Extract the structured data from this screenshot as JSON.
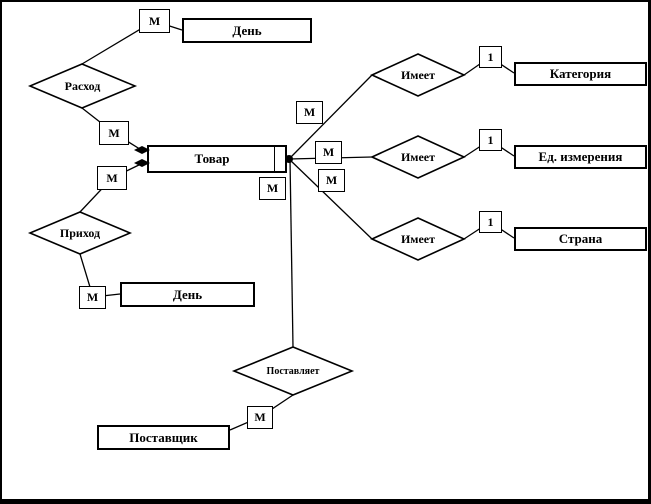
{
  "diagram": {
    "kind": "entity-relationship-diagram",
    "entities": {
      "day_top": {
        "label": "День"
      },
      "product": {
        "label": "Товар"
      },
      "category": {
        "label": "Категория"
      },
      "unit": {
        "label": "Ед. измерения"
      },
      "country": {
        "label": "Страна"
      },
      "day_bottom": {
        "label": "День"
      },
      "supplier": {
        "label": "Поставщик"
      }
    },
    "relationships": {
      "expense": {
        "label": "Расход"
      },
      "has_category": {
        "label": "Имеет"
      },
      "has_unit": {
        "label": "Имеет"
      },
      "has_country": {
        "label": "Имеет"
      },
      "income": {
        "label": "Приход"
      },
      "supplies": {
        "label": "Поставляет"
      }
    },
    "cardinality": {
      "many": "М",
      "one": "1"
    },
    "colors": {
      "stroke": "#000000",
      "fill": "#ffffff"
    }
  }
}
